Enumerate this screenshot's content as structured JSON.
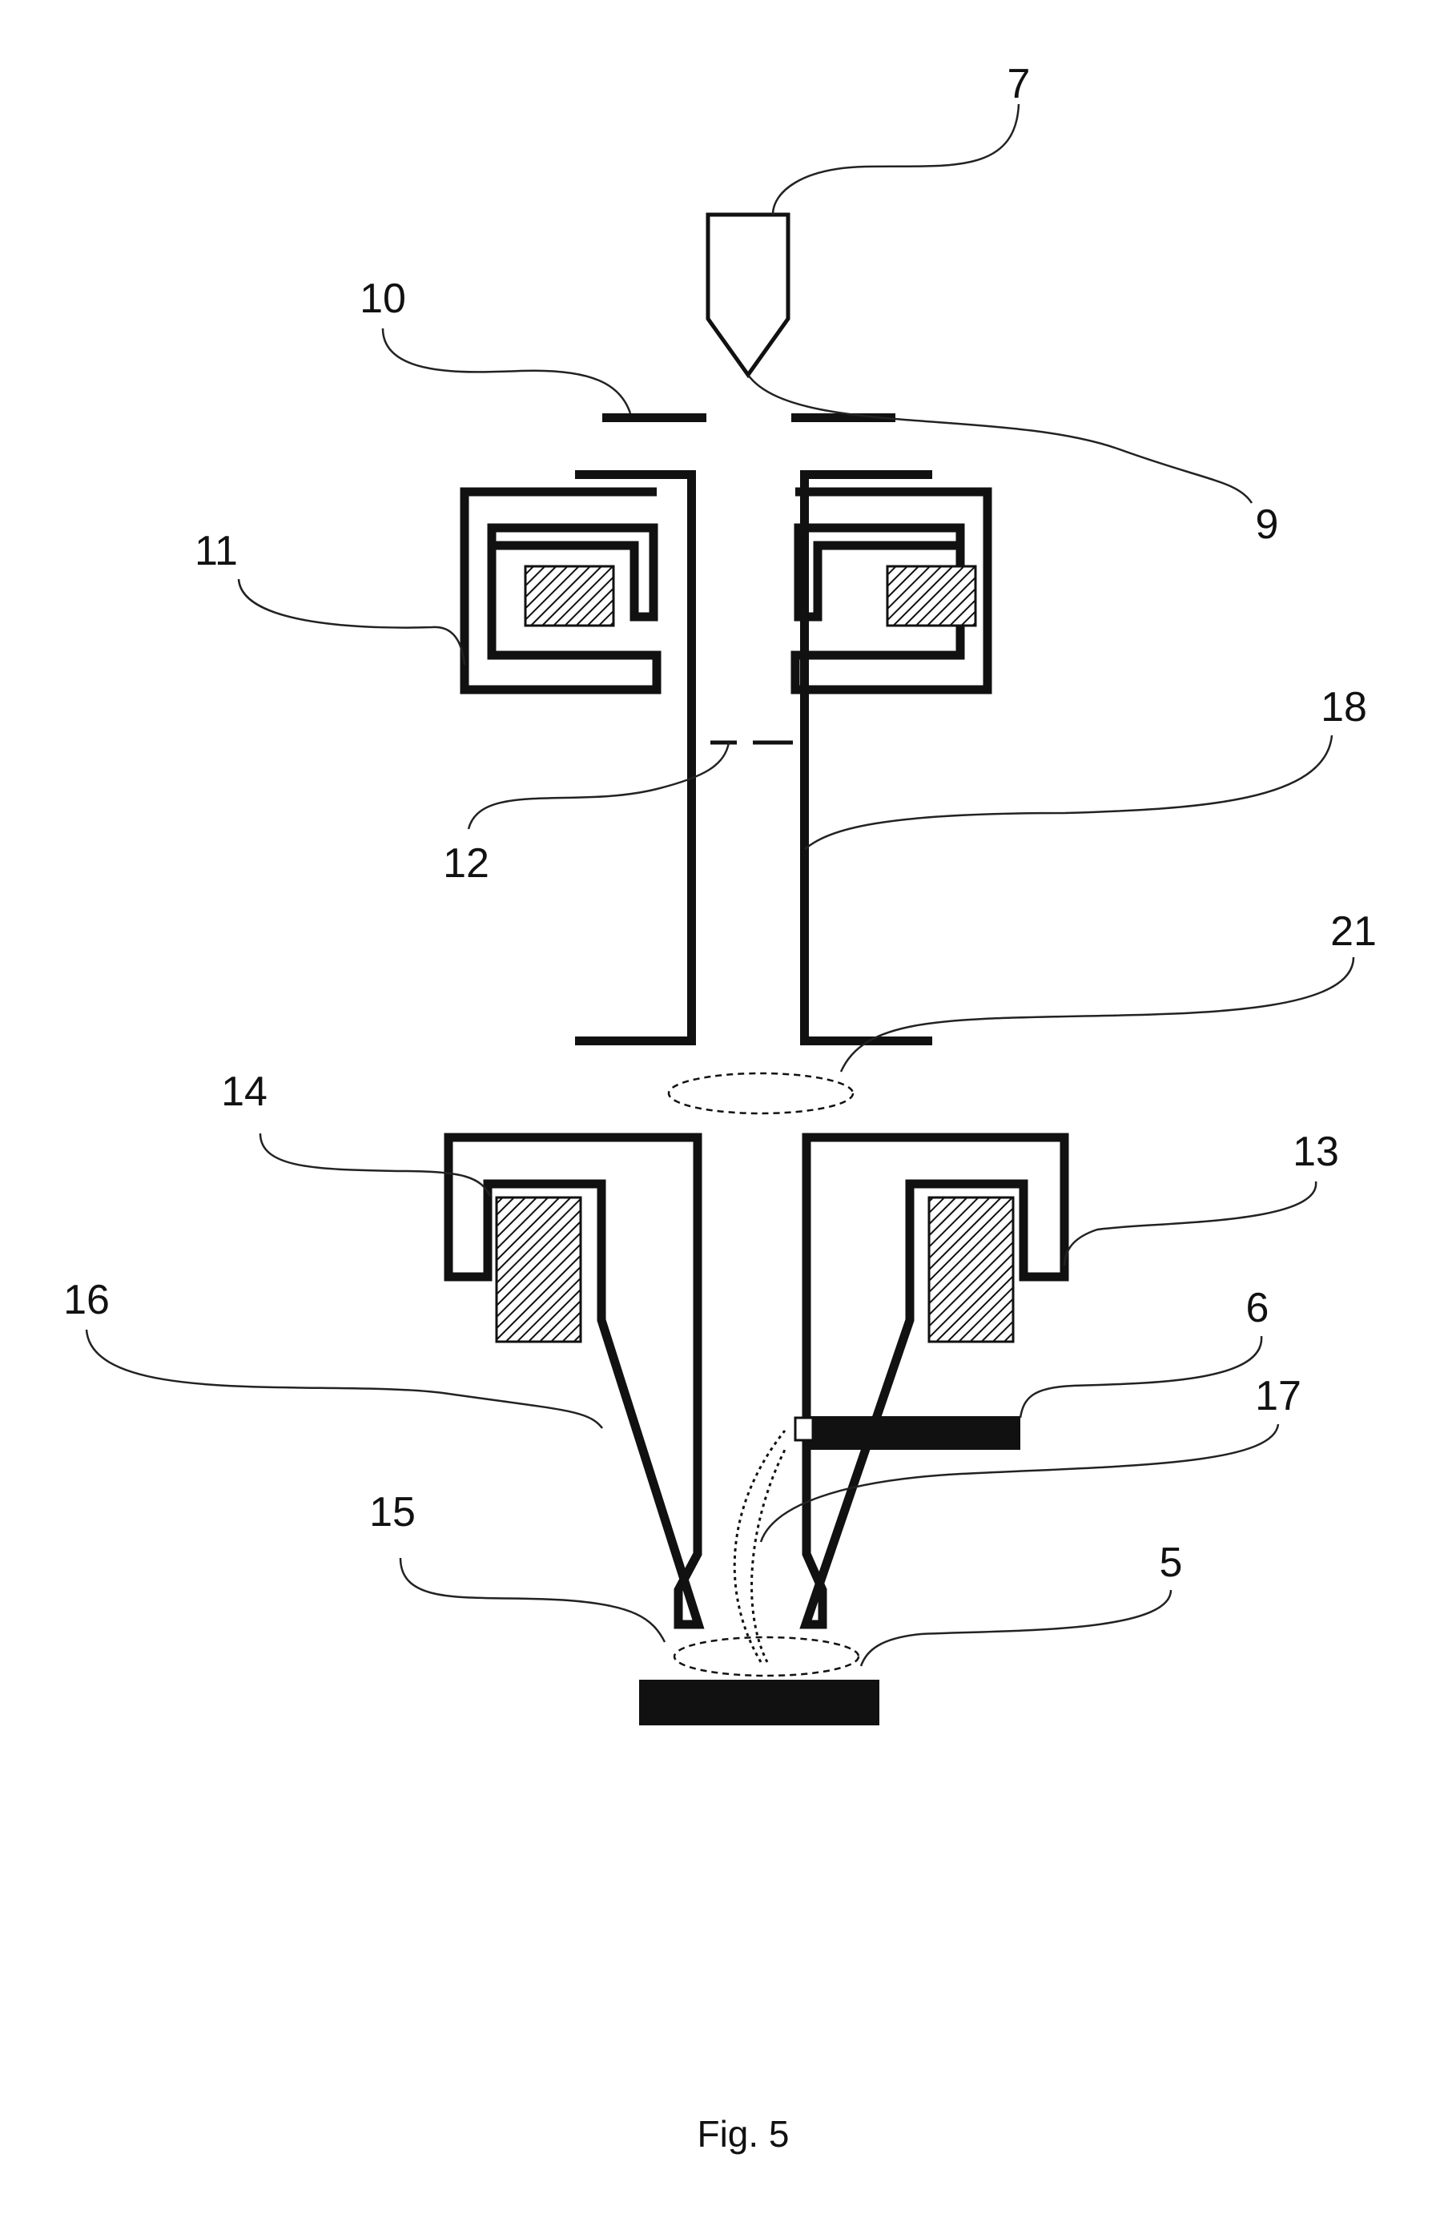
{
  "figure": {
    "caption": "Fig. 5",
    "labels": {
      "l5": "5",
      "l6": "6",
      "l7": "7",
      "l9": "9",
      "l10": "10",
      "l11": "11",
      "l12": "12",
      "l13": "13",
      "l14": "14",
      "l15": "15",
      "l16": "16",
      "l17": "17",
      "l18": "18",
      "l21": "21"
    }
  },
  "colors": {
    "ink": "#111111",
    "background": "#ffffff"
  }
}
